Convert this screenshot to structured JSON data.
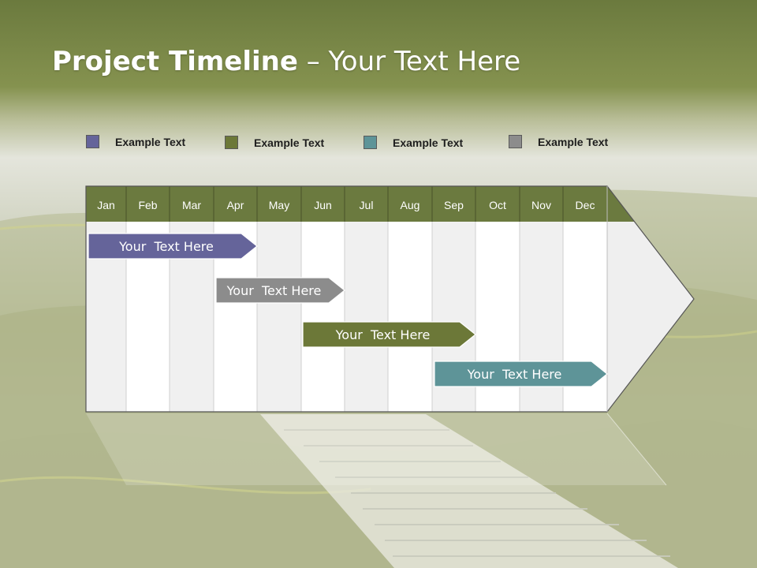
{
  "title": {
    "bold": "Project Timeline",
    "rest": " – Your Text Here"
  },
  "legend": [
    {
      "label": "Example Text",
      "color": "#65649a"
    },
    {
      "label": "Example Text",
      "color": "#6c7838"
    },
    {
      "label": "Example Text",
      "color": "#5e9498"
    },
    {
      "label": "Example Text",
      "color": "#8c8c8c"
    }
  ],
  "colors": {
    "header": "#6b7a3f",
    "grid_light": "#f0f0f0",
    "grid_white": "#ffffff",
    "border": "#555555"
  },
  "months": [
    "Jan",
    "Feb",
    "Mar",
    "Apr",
    "May",
    "Jun",
    "Jul",
    "Aug",
    "Sep",
    "Oct",
    "Nov",
    "Dec"
  ],
  "tasks": [
    {
      "label": "Your  Text Here",
      "color": "#65649a",
      "start": "Jan",
      "end": "Apr"
    },
    {
      "label": "Your  Text Here",
      "color": "#8c8c8c",
      "start": "Apr",
      "end": "Jun"
    },
    {
      "label": "Your  Text Here",
      "color": "#6c7838",
      "start": "Jun",
      "end": "Sep"
    },
    {
      "label": "Your  Text Here",
      "color": "#5e9498",
      "start": "Sep",
      "end": "Dec"
    }
  ]
}
